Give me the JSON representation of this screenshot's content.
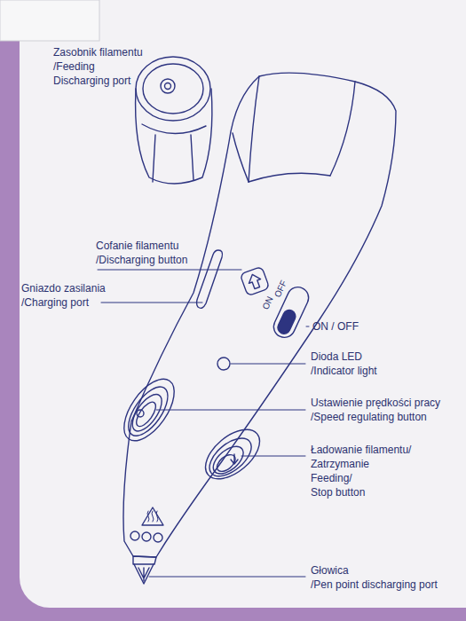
{
  "diagram": {
    "labels": [
      "Zasobnik filamentu",
      "/Feeding",
      "Discharging port",
      "Cofanie filamentu",
      "/Discharging button",
      "Gniazdo zasilania",
      "/Charging port",
      "ON / OFF",
      "Dioda LED",
      "/Indicator light",
      "Ustawienie prędkości pracy",
      "/Speed regulating button",
      "Ładowanie filamentu/",
      "Zatrzymanie",
      "Feeding/",
      "Stop button",
      "Głowica",
      "/Pen point discharging port",
      "ON",
      "OFF"
    ]
  }
}
